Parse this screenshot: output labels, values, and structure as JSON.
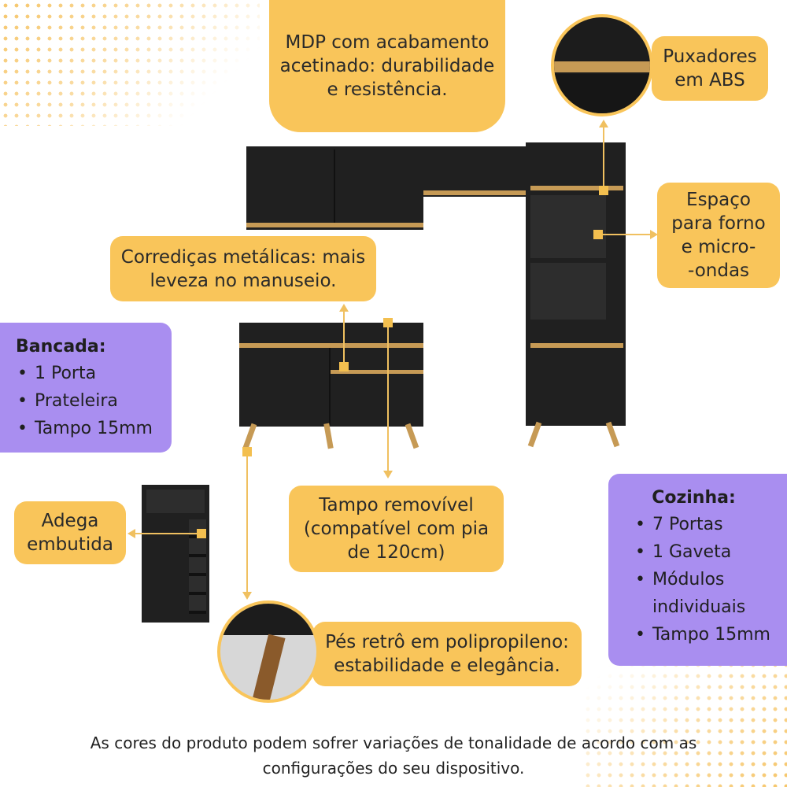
{
  "callouts": {
    "mdp": "MDP com acabamento\nacetinado: durabilidade\ne resistência.",
    "puxadores": "Puxadores\nem ABS",
    "espaco": "Espaço\npara forno\ne micro-\n-ondas",
    "corredicas": "Corrediças metálicas: mais\nleveza no manuseio.",
    "adega": "Adega\nembutida",
    "tampo": "Tampo removível\n(compatível com pia\nde 120cm)",
    "pes": "Pés retrô em polipropileno:\nestabilidade e elegância."
  },
  "bancada": {
    "title": "Bancada:",
    "items": [
      "1 Porta",
      "Prateleira",
      "Tampo 15mm"
    ]
  },
  "cozinha": {
    "title": "Cozinha:",
    "items": [
      "7 Portas",
      "1 Gaveta",
      "Módulos\nindividuais",
      "Tampo 15mm"
    ]
  },
  "footer": "As cores do produto podem sofrer variações de tonalidade de acordo com as\nconfigurações do seu dispositivo.",
  "colors": {
    "accent_yellow": "#f9c55a",
    "accent_purple": "#a98ef0",
    "cabinet_black": "#202020",
    "wood": "#c69a55"
  }
}
